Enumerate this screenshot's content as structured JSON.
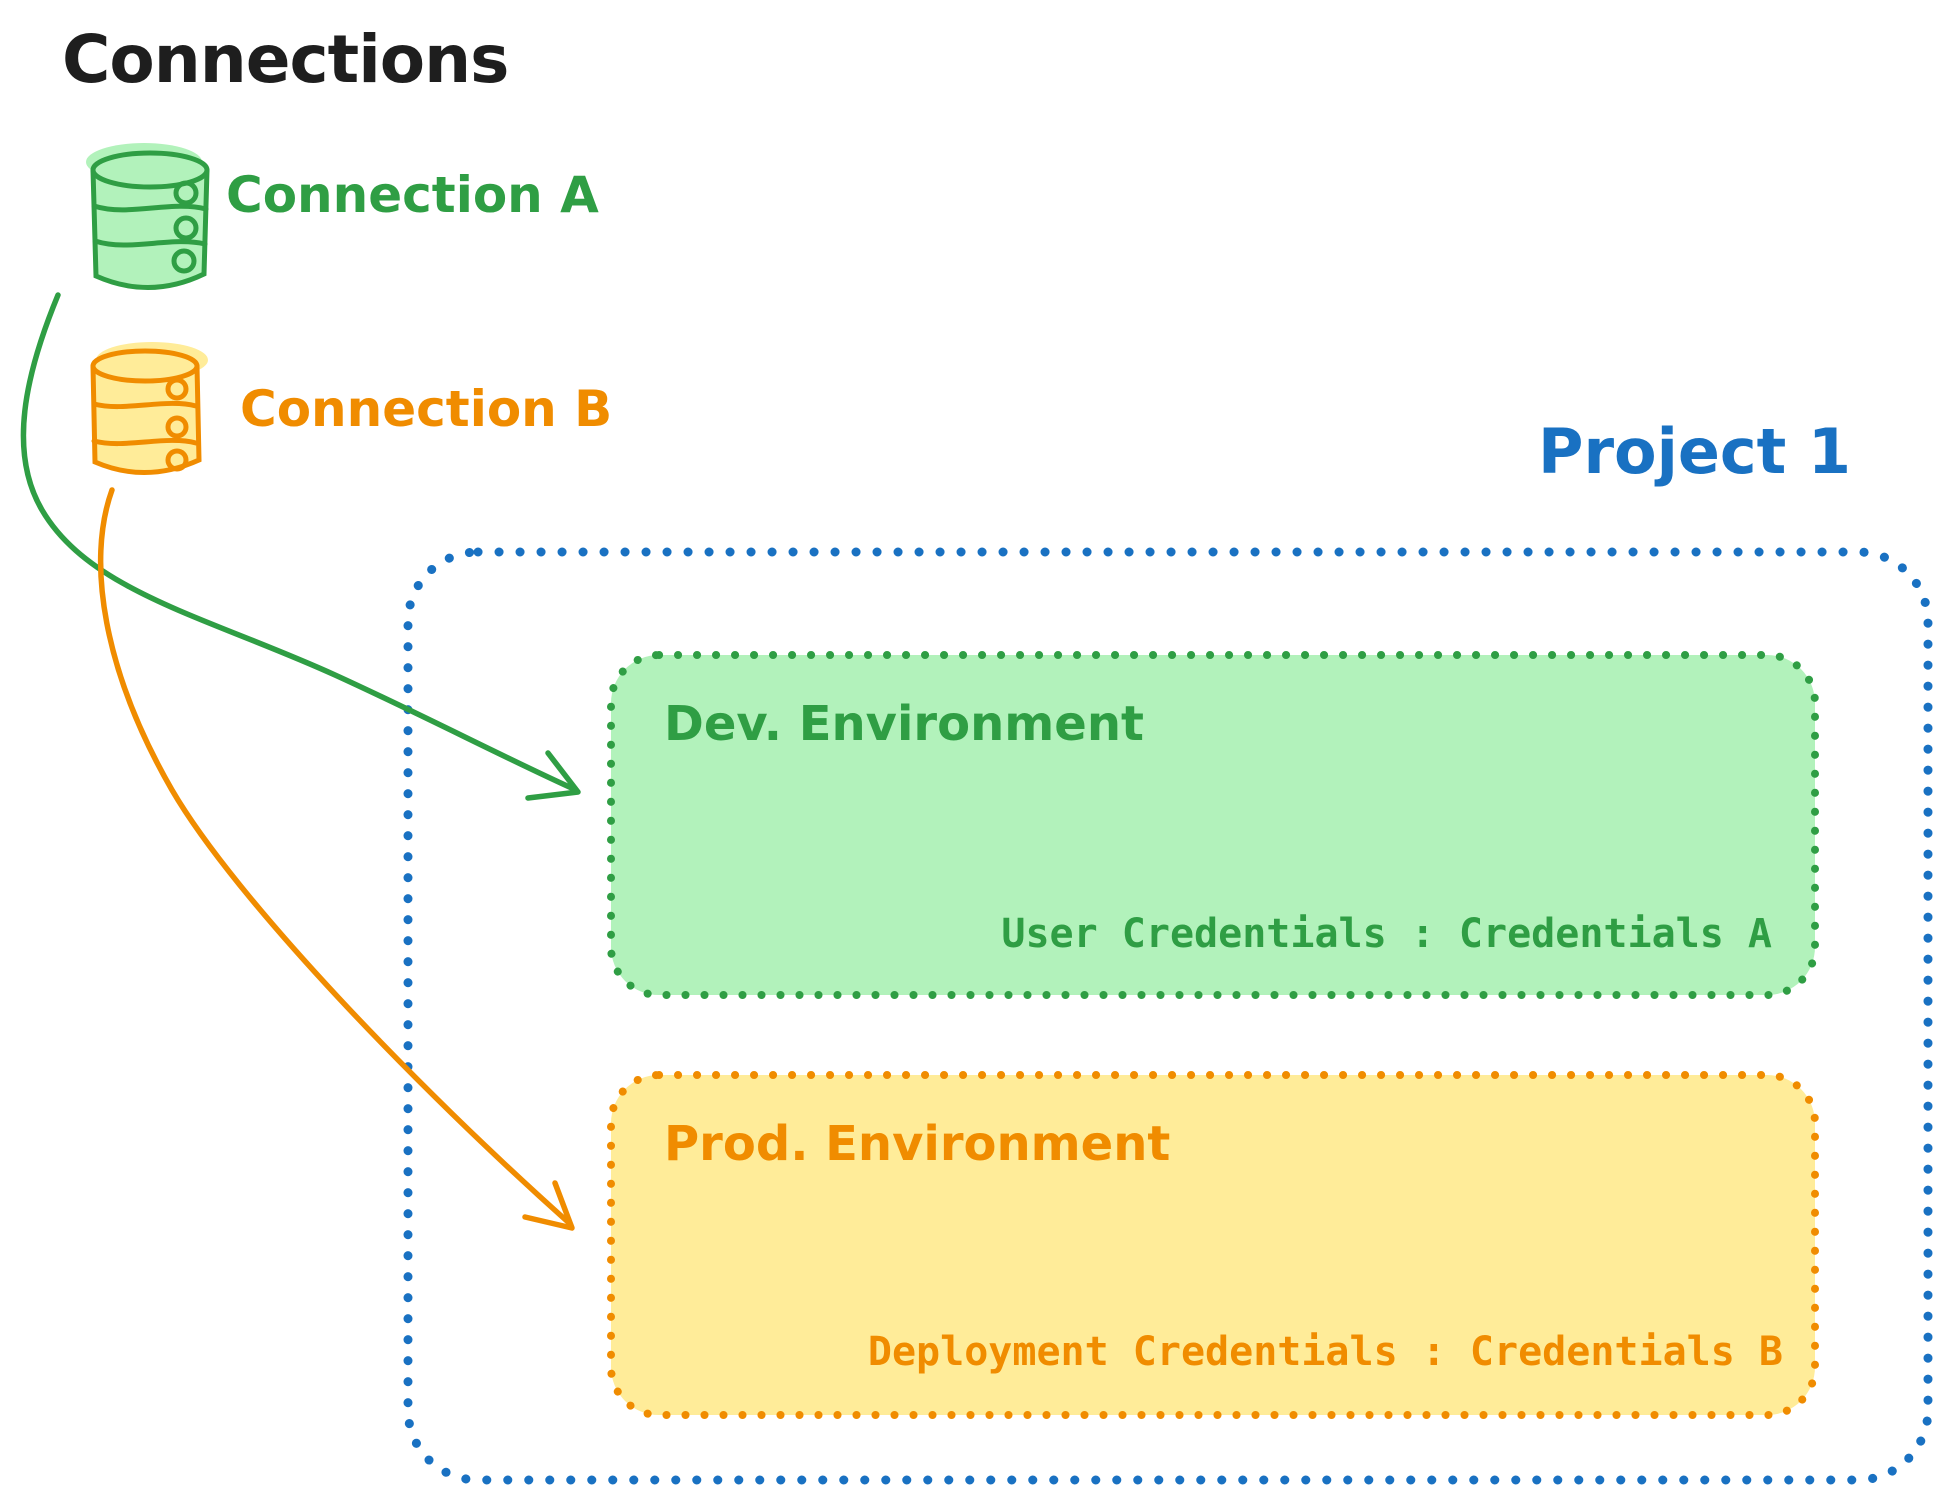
{
  "title": "Connections",
  "colors": {
    "black": "#1e1e1e",
    "green": "#2f9e44",
    "green_fill": "#b2f2bb",
    "orange": "#f08c00",
    "orange_fill": "#ffec99",
    "blue": "#1971c2"
  },
  "connections": [
    {
      "id": "connection-a",
      "label": "Connection A",
      "color": "#2f9e44",
      "fill": "#b2f2bb"
    },
    {
      "id": "connection-b",
      "label": "Connection B",
      "color": "#f08c00",
      "fill": "#ffec99"
    }
  ],
  "project": {
    "label": "Project 1",
    "environments": [
      {
        "name": "Dev. Environment",
        "credentials": "User Credentials : Credentials A",
        "linked_connection": "Connection A",
        "color": "#2f9e44",
        "fill": "#b2f2bb"
      },
      {
        "name": "Prod. Environment",
        "credentials": "Deployment Credentials : Credentials B",
        "linked_connection": "Connection B",
        "color": "#f08c00",
        "fill": "#ffec99"
      }
    ]
  }
}
